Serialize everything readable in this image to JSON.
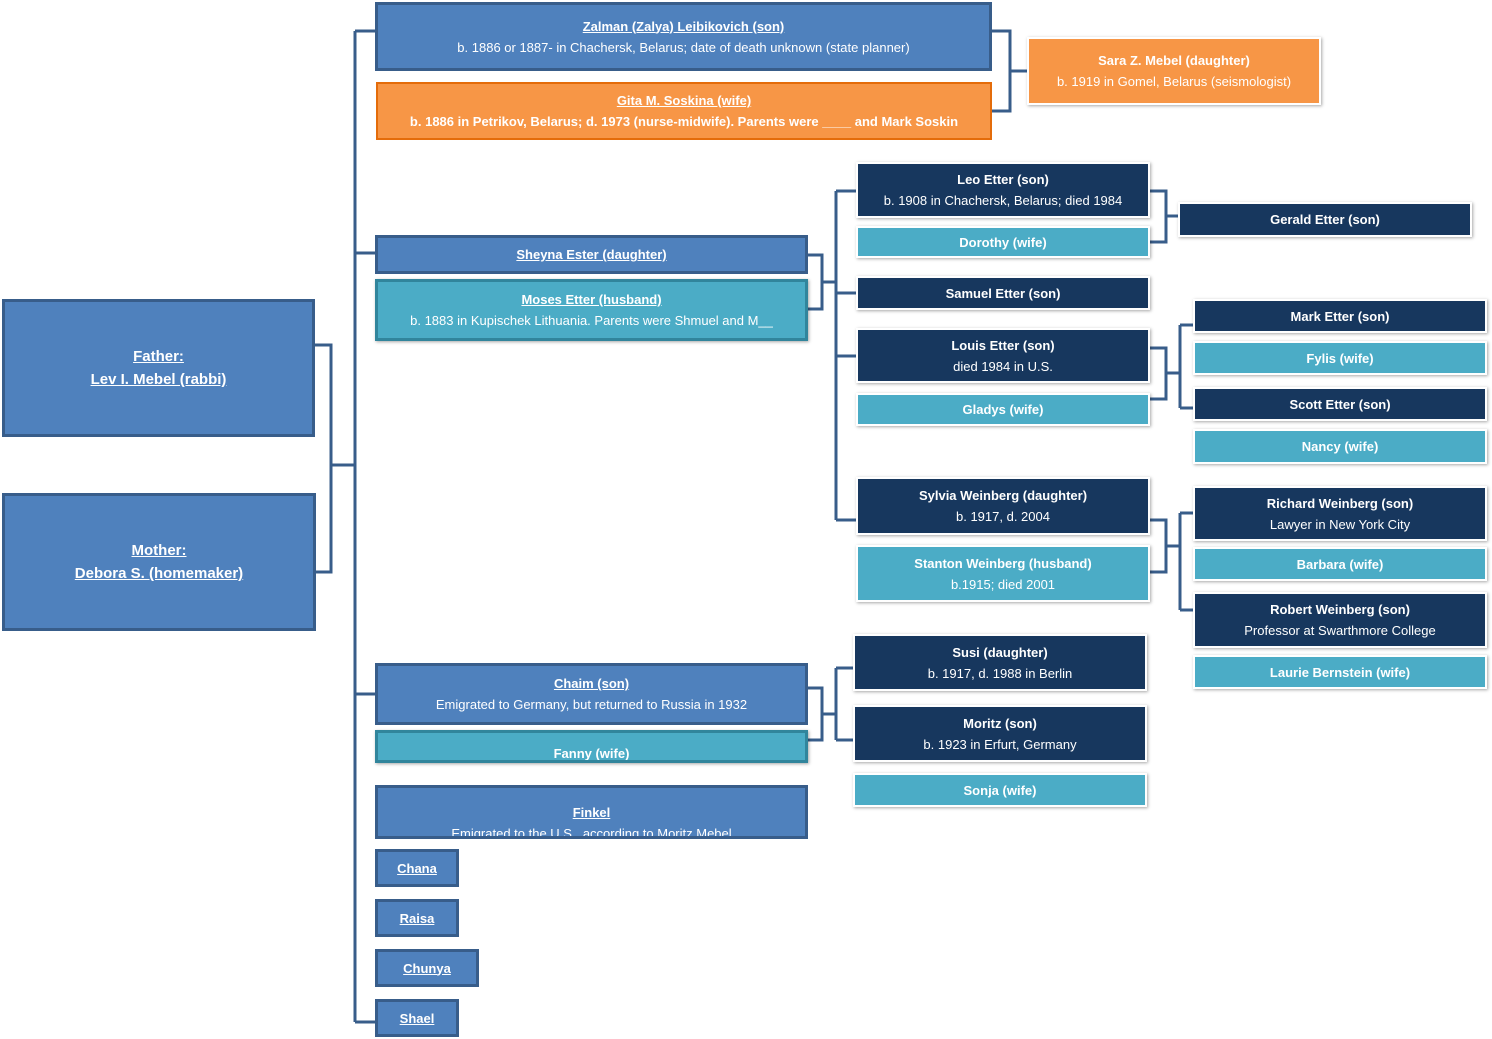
{
  "parents": {
    "father": {
      "title": "Father:",
      "name": "Lev I. Mebel (rabbi)"
    },
    "mother": {
      "title": "Mother:",
      "name": "Debora S. (homemaker)"
    }
  },
  "zalman": {
    "title": "Zalman (Zalya) Leibikovich (son)",
    "desc": "b. 1886 or 1887- in Chachersk, Belarus; date of death unknown (state planner)"
  },
  "gita": {
    "title": "Gita M. Soskina (wife)",
    "desc": "b. 1886 in Petrikov, Belarus; d. 1973 (nurse-midwife). Parents were ____ and Mark Soskin"
  },
  "sara": {
    "title": "Sara Z. Mebel (daughter)",
    "desc": "b. 1919 in Gomel, Belarus (seismologist)"
  },
  "sheyna": {
    "title": "Sheyna Ester (daughter)"
  },
  "moses": {
    "title": "Moses Etter (husband)",
    "desc": "b. 1883 in Kupischek Lithuania. Parents were Shmuel and M__"
  },
  "leo": {
    "title": "Leo Etter (son)",
    "desc": "b. 1908 in Chachersk, Belarus; died 1984"
  },
  "dorothy": {
    "title": "Dorothy (wife)"
  },
  "gerald": {
    "title": "Gerald Etter (son)"
  },
  "samuel": {
    "title": "Samuel Etter (son)"
  },
  "louis": {
    "title": "Louis Etter (son)",
    "desc": "died 1984 in U.S."
  },
  "gladys": {
    "title": "Gladys (wife)"
  },
  "mark": {
    "title": "Mark Etter (son)"
  },
  "fylis": {
    "title": "Fylis (wife)"
  },
  "scott": {
    "title": "Scott Etter (son)"
  },
  "nancy": {
    "title": "Nancy (wife)"
  },
  "sylvia": {
    "title": "Sylvia Weinberg (daughter)",
    "desc": "b. 1917, d. 2004"
  },
  "stanton": {
    "title": "Stanton Weinberg (husband)",
    "desc": "b.1915; died 2001"
  },
  "richard": {
    "title": "Richard Weinberg (son)",
    "desc": "Lawyer in New York City"
  },
  "barbara": {
    "title": "Barbara (wife)"
  },
  "robert": {
    "title": "Robert Weinberg (son)",
    "desc": "Professor at Swarthmore College"
  },
  "laurie": {
    "title": "Laurie Bernstein (wife)"
  },
  "chaim": {
    "title": "Chaim (son)",
    "desc": "Emigrated to Germany, but returned to Russia in 1932"
  },
  "fanny": {
    "title": "Fanny (wife)"
  },
  "susi": {
    "title": "Susi (daughter)",
    "desc": "b. 1917, d. 1988 in Berlin"
  },
  "moritz": {
    "title": "Moritz (son)",
    "desc": "b. 1923 in Erfurt, Germany"
  },
  "sonja": {
    "title": "Sonja (wife)"
  },
  "finkel": {
    "title": "Finkel",
    "desc": "Emigrated to the U.S., according to Moritz Mebel"
  },
  "chana": {
    "title": "Chana"
  },
  "raisa": {
    "title": "Raisa"
  },
  "chunya": {
    "title": "Chunya"
  },
  "shael": {
    "title": "Shael"
  },
  "colors": {
    "medium_blue": "#4f81bd",
    "dark_navy": "#17375e",
    "teal": "#4bacc6",
    "orange": "#f79646",
    "connector": "#385d8a"
  }
}
